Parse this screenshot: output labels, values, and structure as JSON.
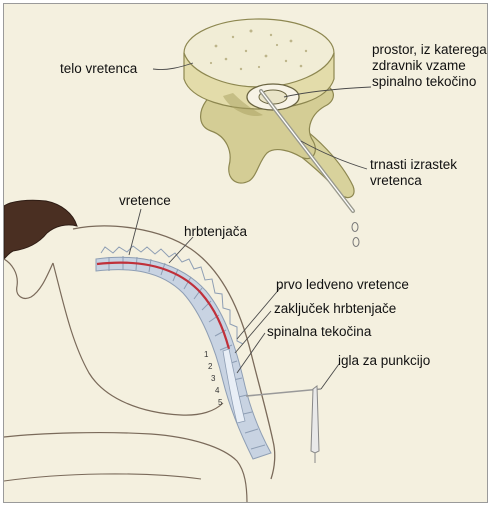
{
  "labels": {
    "vertebral_body": "telo vretenca",
    "puncture_space": "prostor, iz katerega zdravnik vzame spinalno tekočino",
    "spinous_process": "trnasti izrastek vretenca",
    "vertebra": "vretence",
    "spinal_cord": "hrbtenjača",
    "first_lumbar": "prvo ledveno vretence",
    "cord_end": "zaključek hrbtenjače",
    "spinal_fluid": "spinalna tekočina",
    "needle": "igla za punkcijo"
  },
  "lumbar_numbers": [
    "1",
    "2",
    "3",
    "4",
    "5"
  ],
  "colors": {
    "background": "#f4f0df",
    "bone": "#d8d29c",
    "bone_shadow": "#9a9458",
    "hair": "#4a2f22",
    "skin_line": "#7a6a5a",
    "spinal_cord": "#c0303a",
    "spine": "#b9c6d8"
  }
}
